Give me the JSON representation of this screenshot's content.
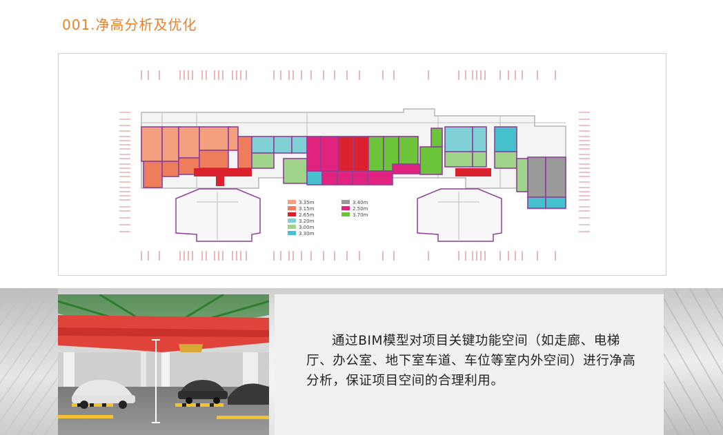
{
  "section_title": "001.净高分析及优化",
  "floor_plan": {
    "legend": [
      {
        "label": "3.35m",
        "color": "#f2a07e"
      },
      {
        "label": "3.15m",
        "color": "#ee7d5c"
      },
      {
        "label": "2.65m",
        "color": "#d9222e"
      },
      {
        "label": "3.20m",
        "color": "#7fd1d6"
      },
      {
        "label": "3.00m",
        "color": "#9fd48a"
      },
      {
        "label": "3.30m",
        "color": "#46c0cc"
      },
      {
        "label": "3.40m",
        "color": "#9a9a9a"
      },
      {
        "label": "2.50m",
        "color": "#e0237f"
      },
      {
        "label": "3.70m",
        "color": "#6cc43a"
      }
    ]
  },
  "photo": {
    "subject": "parking-garage-rendering"
  },
  "description": "通过BIM模型对项目关键功能空间（如走廊、电梯厅、办公室、地下室车道、车位等室内外空间）进行净高分析，保证项目空间的合理利用。"
}
